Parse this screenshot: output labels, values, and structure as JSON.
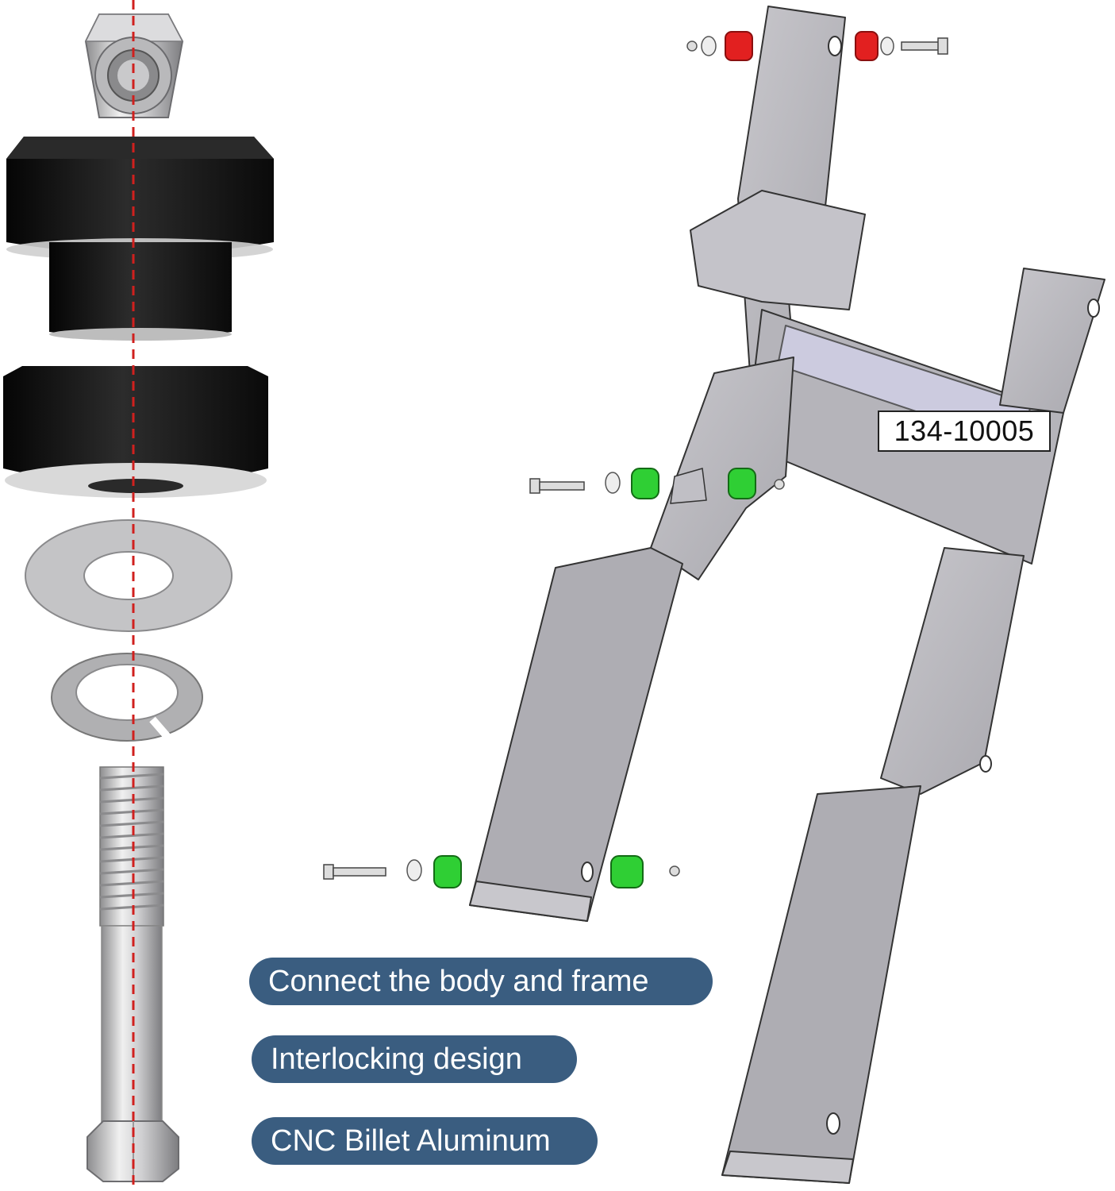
{
  "part_number": "134-10005",
  "features": [
    {
      "label": "Connect the body and frame"
    },
    {
      "label": "Interlocking design"
    },
    {
      "label": "CNC Billet Aluminum"
    }
  ],
  "colors": {
    "pill_bg": "#3a5d80",
    "bushing_black": "#141414",
    "frame_gray": "#b9b8be",
    "highlight_red": "#e22020",
    "highlight_green": "#2fcf34",
    "axis_red": "#d0201e"
  },
  "icons": [
    "nylon-lock-nut-icon",
    "bushing-icon",
    "flat-washer-icon",
    "lock-washer-icon",
    "hex-bolt-icon",
    "frame-diagram-icon"
  ]
}
